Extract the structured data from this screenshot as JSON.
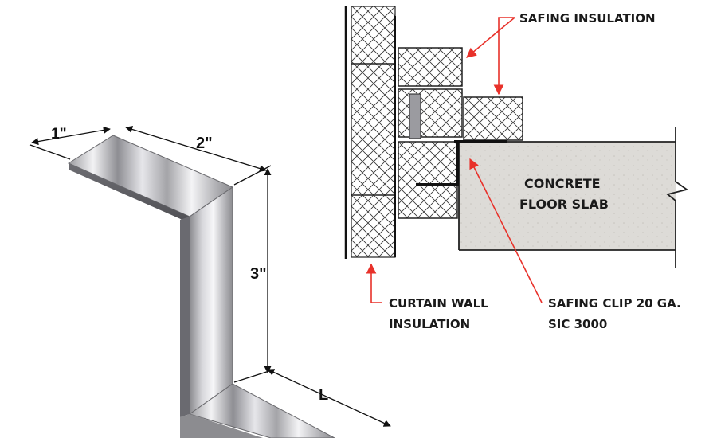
{
  "clip": {
    "dim_1": "1\"",
    "dim_2": "2\"",
    "dim_3": "3\"",
    "dim_L": "L"
  },
  "section": {
    "safing_insulation": "SAFING INSULATION",
    "concrete_line1": "CONCRETE",
    "concrete_line2": "FLOOR SLAB",
    "curtain_line1": "CURTAIN WALL",
    "curtain_line2": "INSULATION",
    "clip_line1": "SAFING CLIP 20 GA.",
    "clip_line2": "SIC 3000"
  },
  "colors": {
    "leader": "#e8312a",
    "concrete": "#dedcd8",
    "line": "#1a1a1a"
  }
}
